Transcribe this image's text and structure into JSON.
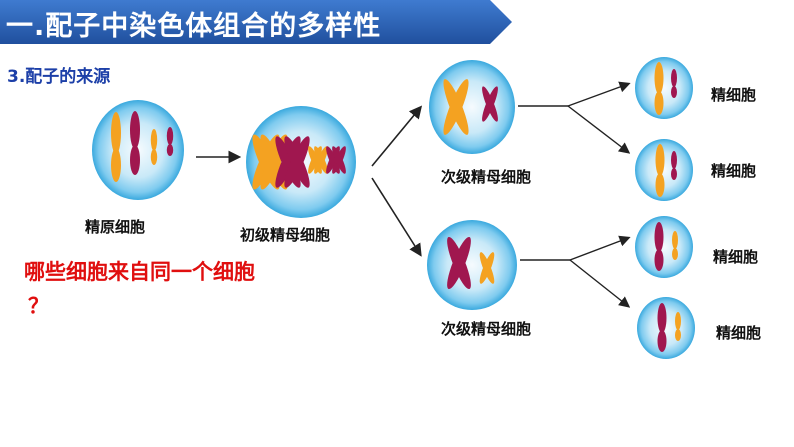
{
  "title": "一.配子中染色体组合的多样性",
  "subtitle": "3.配子的来源",
  "labels": {
    "spermatogonium": "精原细胞",
    "primary": "初级精母细胞",
    "secondary_top": "次级精母细胞",
    "secondary_bottom": "次级精母细胞",
    "sperm_1": "精细胞",
    "sperm_2": "精细胞",
    "sperm_3": "精细胞",
    "sperm_4": "精细胞"
  },
  "question": {
    "text": "哪些细胞来自同一个细胞",
    "mark": "？"
  },
  "colors": {
    "banner": "#2f63b3",
    "orange_chromosome": "#f4a221",
    "purple_chromosome": "#a0174f",
    "cell_fill": "#7fcbef",
    "question": "#e00f0f"
  }
}
